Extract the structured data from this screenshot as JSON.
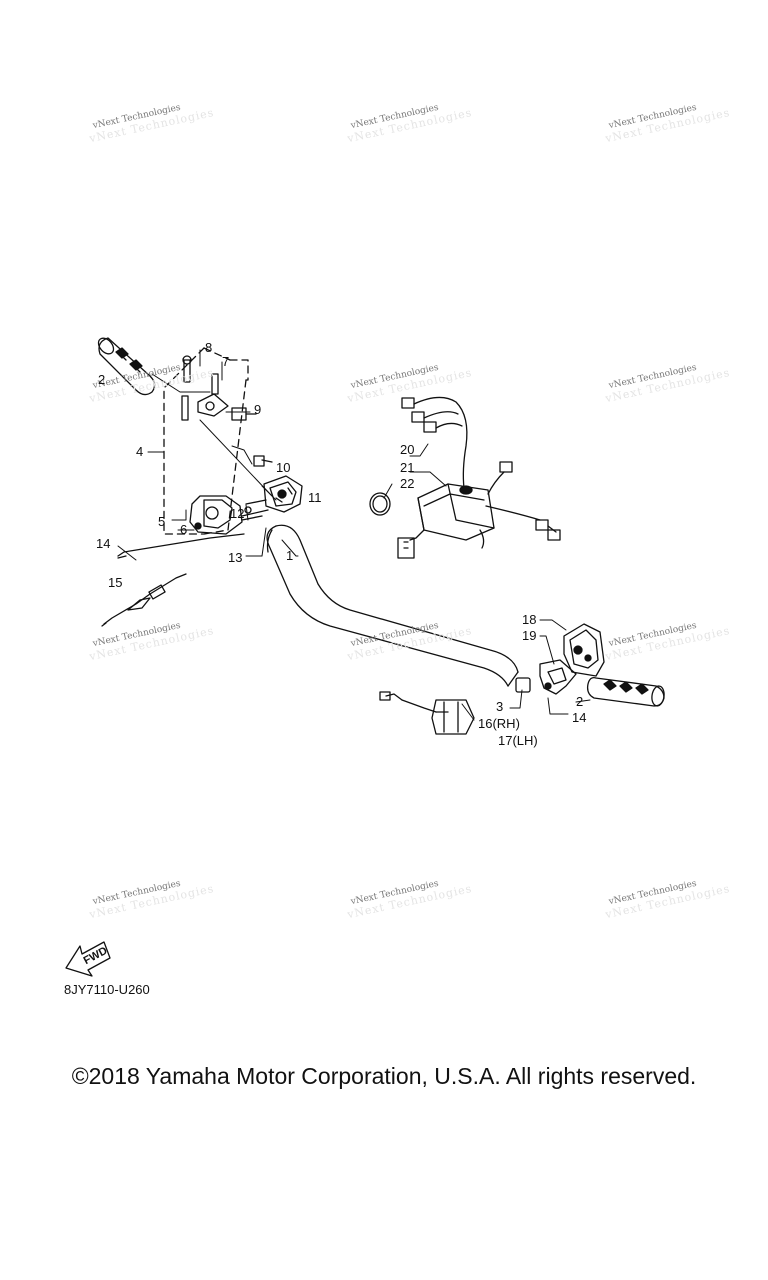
{
  "watermark_text": "vNext Technologies",
  "callouts": {
    "c1": "1",
    "c2a": "2",
    "c2b": "2",
    "c3": "3",
    "c4": "4",
    "c5": "5",
    "c6": "6",
    "c7": "7",
    "c8": "8",
    "c9": "9",
    "c10": "10",
    "c11": "11",
    "c12": "12",
    "c13": "13",
    "c14a": "14",
    "c14b": "14",
    "c15": "15",
    "c16": "16(RH)",
    "c17": "17(LH)",
    "c18": "18",
    "c19": "19",
    "c20": "20",
    "c21": "21",
    "c22": "22"
  },
  "fwd_label": "FWD",
  "part_code": "8JY7110-U260",
  "copyright": "©2018 Yamaha Motor Corporation, U.S.A. All rights reserved.",
  "colors": {
    "line": "#111111",
    "watermark": "#777777"
  }
}
